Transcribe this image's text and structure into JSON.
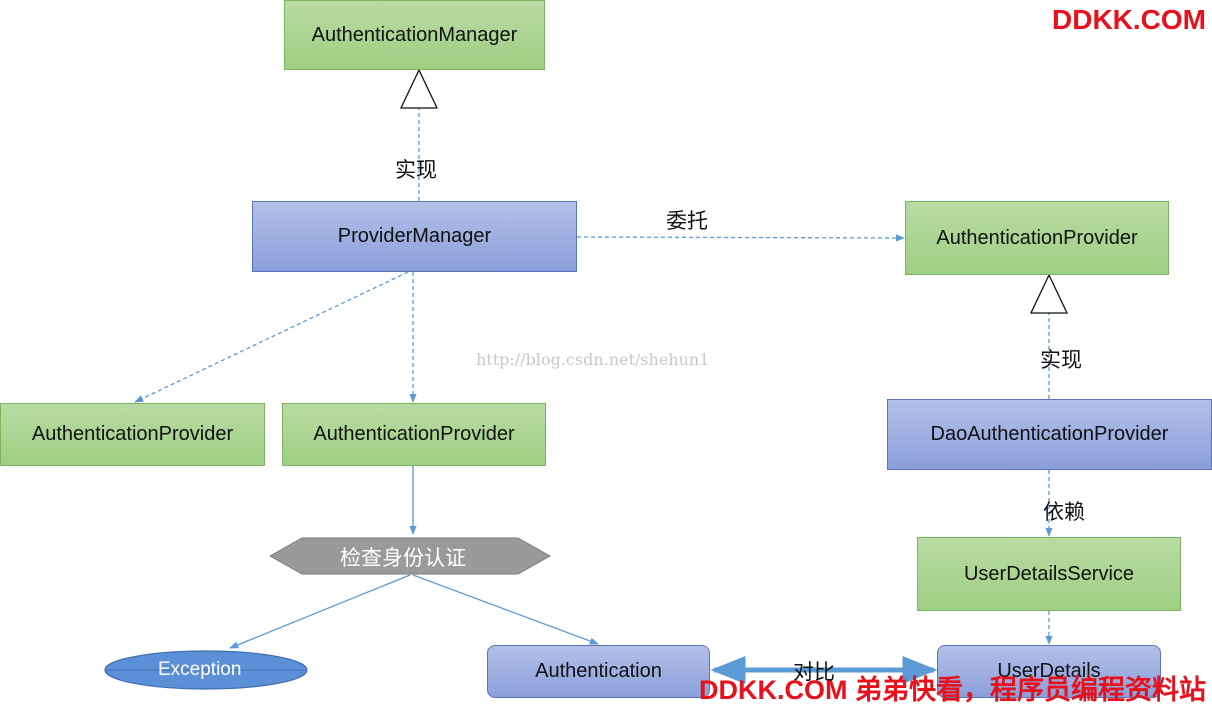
{
  "nodes": {
    "authentication_manager": "AuthenticationManager",
    "provider_manager": "ProviderManager",
    "authentication_provider_top": "AuthenticationProvider",
    "authentication_provider_left": "AuthenticationProvider",
    "authentication_provider_mid": "AuthenticationProvider",
    "dao_authentication_provider": "DaoAuthenticationProvider",
    "user_details_service": "UserDetailsService",
    "check_identity": "检查身份认证",
    "exception": "Exception",
    "authentication": "Authentication",
    "user_details": "UserDetails"
  },
  "edge_labels": {
    "implements_1": "实现",
    "delegate": "委托",
    "implements_2": "实现",
    "depends": "依赖",
    "compare": "对比"
  },
  "watermark": "http://blog.csdn.net/shehun1",
  "brand": {
    "top": "DDKK.COM",
    "bottom": "DDKK.COM 弟弟快看，程序员编程资料站"
  },
  "colors": {
    "green_fill": "#a9d591",
    "blue_fill": "#9aaae0",
    "line": "#5b9bd5",
    "brand_red": "#e8101a"
  }
}
